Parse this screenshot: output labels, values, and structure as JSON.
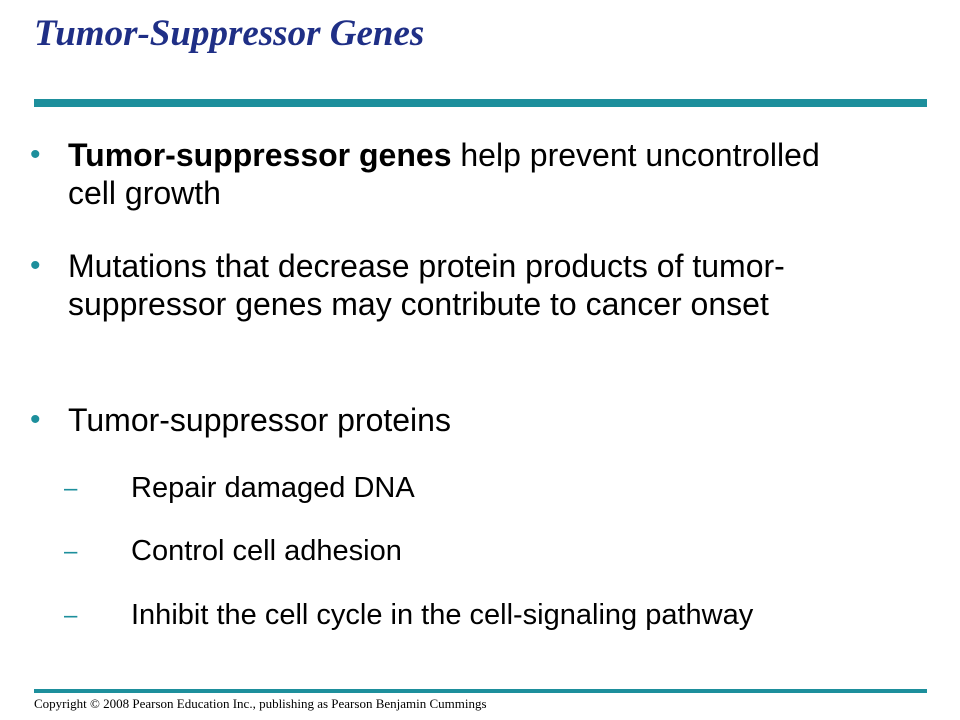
{
  "slide": {
    "title": "Tumor-Suppressor Genes",
    "accent_color": "#1d8f9c",
    "title_color": "#1f2f86",
    "bullet_glyph": "•",
    "sub_glyph": "–",
    "bullets": [
      {
        "bold": "Tumor-suppressor genes",
        "text": " help prevent uncontrolled cell growth"
      },
      {
        "bold": "",
        "text": "Mutations that decrease protein products of tumor-suppressor genes may contribute to cancer onset"
      },
      {
        "bold": "",
        "text": "Tumor-suppressor proteins"
      }
    ],
    "sub_bullets": [
      "Repair damaged DNA",
      "Control cell adhesion",
      "Inhibit the cell cycle in the cell-signaling pathway"
    ],
    "footer": "Copyright © 2008 Pearson Education Inc., publishing as Pearson Benjamin Cummings"
  }
}
